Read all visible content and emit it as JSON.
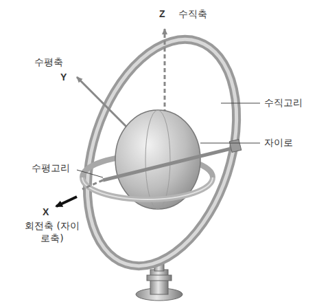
{
  "diagram": {
    "labels": [
      "Z",
      "수직축",
      "수평축",
      "Y",
      "수직고리",
      "자이로",
      "수평고리",
      "X",
      "회전축 (자이로축)"
    ]
  }
}
